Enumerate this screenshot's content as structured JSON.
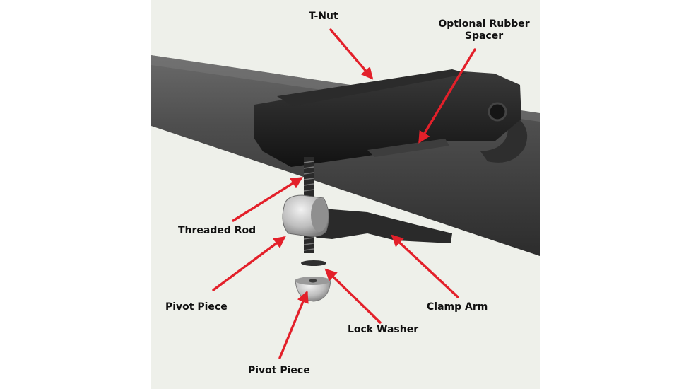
{
  "labels": {
    "t_nut": "T-Nut",
    "rubber_spacer_1": "Optional Rubber",
    "rubber_spacer_2": "Spacer",
    "threaded_rod": "Threaded Rod",
    "pivot_piece_left": "Pivot Piece",
    "clamp_arm": "Clamp Arm",
    "lock_washer": "Lock Washer",
    "pivot_piece_bottom": "Pivot Piece"
  },
  "colors": {
    "background": "#eef0ea",
    "arrow": "#e3202a",
    "bar": "#4a4a4a",
    "clamp_body": "#1f1f1f",
    "metal": "#b9b9b9",
    "text": "#111111"
  }
}
